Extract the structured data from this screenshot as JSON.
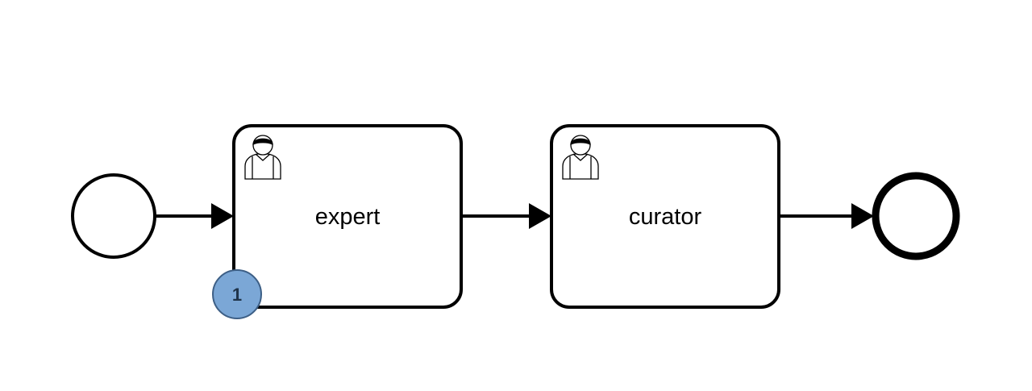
{
  "diagram": {
    "start_event": {
      "type": "start-event"
    },
    "tasks": [
      {
        "label": "expert",
        "type": "user-task",
        "icon": "user-icon"
      },
      {
        "label": "curator",
        "type": "user-task",
        "icon": "user-icon"
      }
    ],
    "end_event": {
      "type": "end-event"
    },
    "badge": {
      "label": "1",
      "color": "#7ba7d6",
      "border_color": "#3d5f86"
    },
    "flows": [
      {
        "from": "start-event",
        "to": "expert"
      },
      {
        "from": "expert",
        "to": "curator"
      },
      {
        "from": "curator",
        "to": "end-event"
      }
    ]
  }
}
